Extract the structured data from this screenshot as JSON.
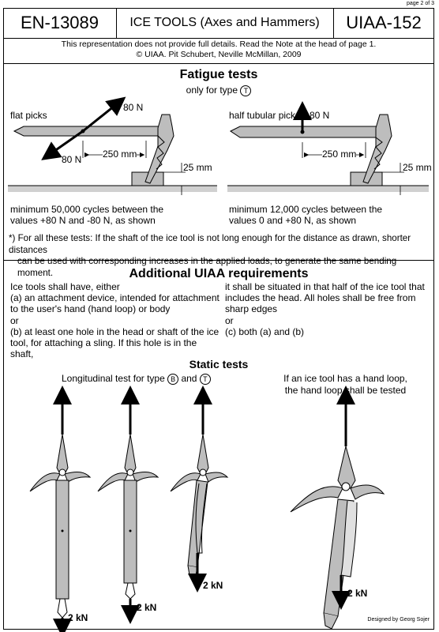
{
  "header": {
    "page_number": "page 2 of 3",
    "standard": "EN-13089",
    "title": "ICE TOOLS (Axes and Hammers)",
    "uiaa_number": "UIAA-152",
    "note": "This representation does not provide full details. Read the Note at the head of page 1.",
    "copyright": "© UIAA. Pit Schubert, Neville McMillan, 2009"
  },
  "fatigue": {
    "title": "Fatigue tests",
    "subtitle": "only for type",
    "type_symbol": "T",
    "left": {
      "label": "flat picks",
      "force_up": "80 N",
      "force_down": "80 N",
      "distance": "250 mm",
      "height": "25 mm",
      "caption_line1": "minimum 50,000 cycles between the",
      "caption_line2": "values +80 N and -80 N, as shown"
    },
    "right": {
      "label": "half tubular picks",
      "force_up": "80 N",
      "distance": "250 mm",
      "height": "25 mm",
      "caption_line1": "minimum 12,000 cycles between the",
      "caption_line2": "values 0 and +80 N, as shown"
    },
    "footnote_line1": "*) For all these tests: If the shaft of the ice tool is not long enough for the distance as drawn, shorter distances",
    "footnote_line2": "can be used with corresponding increases in the applied loads, to generate the same bending moment."
  },
  "requirements": {
    "title": "Additional UIAA requirements",
    "left_lines": [
      "Ice tools shall have, either",
      "(a) an attachment device, intended for attachment",
      "to the user's hand (hand loop) or body",
      "or",
      "(b) at least one hole in the head or shaft of the ice",
      "tool, for attaching a sling. If this hole is in the shaft,"
    ],
    "right_lines": [
      "it shall be situated in that half of the ice tool that",
      "includes the head. All holes shall be free from",
      "sharp edges",
      "or",
      "(c) both (a) and (b)"
    ]
  },
  "static": {
    "title": "Static tests",
    "longitudinal_label": "Longitudinal test for type",
    "type_b": "B",
    "and_word": "and",
    "type_t": "T",
    "loop_note_line1": "If an ice tool has a hand loop,",
    "loop_note_line2": "the hand loop shall be tested",
    "force_labels": [
      "2 kN",
      "2 kN",
      "2 kN",
      "2 kN"
    ]
  },
  "credit": "Designed by Georg Sojer"
}
